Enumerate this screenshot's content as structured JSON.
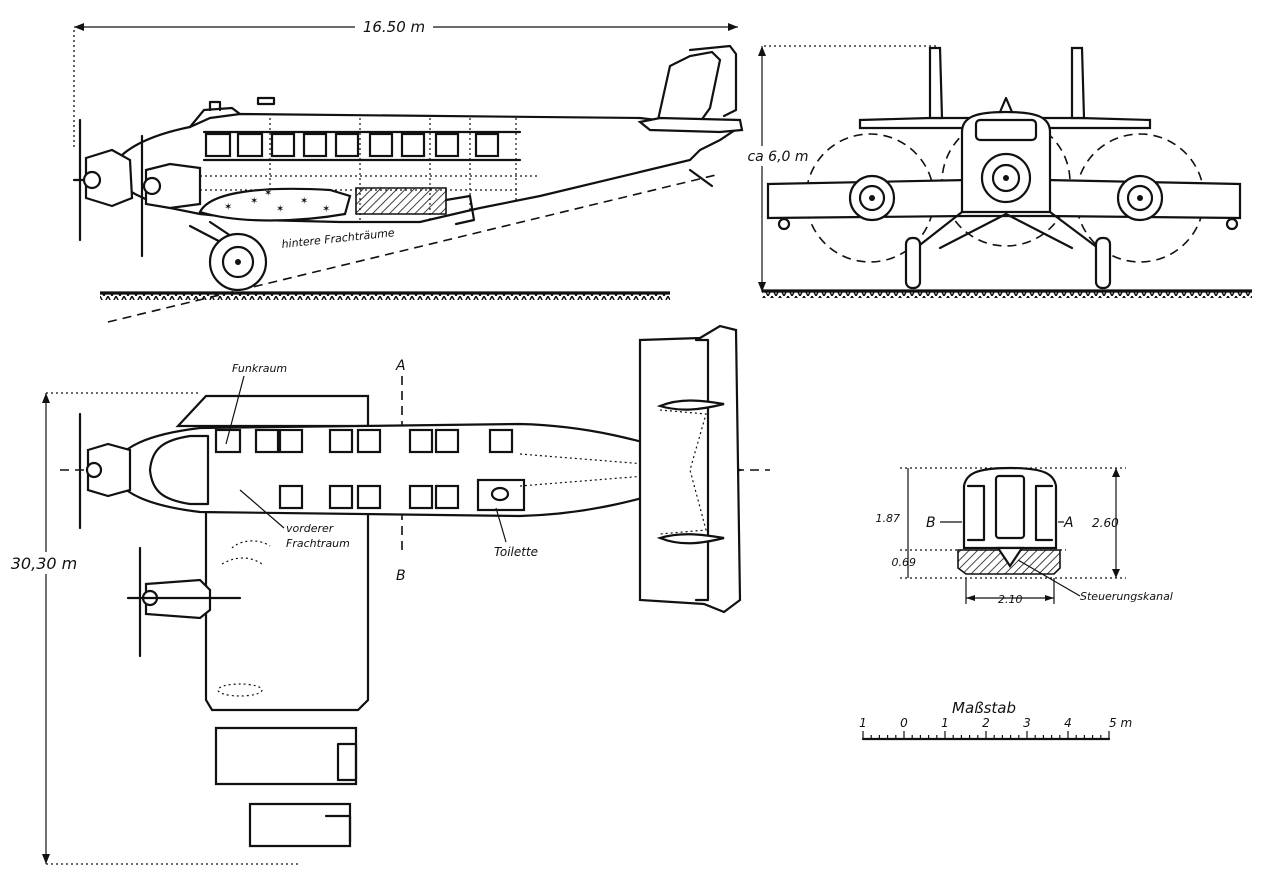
{
  "side_view": {
    "length_label": "16.50 m",
    "cargo_label": "hintere Frachträume"
  },
  "front_view": {
    "height_label": "ca 6,0 m"
  },
  "plan_view": {
    "span_label": "30,30 m",
    "radio_room_label": "Funkraum",
    "front_cargo_label_1": "vorderer",
    "front_cargo_label_2": "Frachtraum",
    "toilet_label": "Toilette",
    "section_mark_top": "A",
    "section_mark_bottom": "B"
  },
  "section_view": {
    "dim_upper": "1.87",
    "dim_lower": "0.69",
    "dim_total": "2.60",
    "dim_width": "2.10",
    "mark_left": "B",
    "mark_right": "A",
    "duct_label": "Steuerungskanal"
  },
  "scale_bar": {
    "title": "Maßstab",
    "ticks": [
      "1",
      "0",
      "1",
      "2",
      "3",
      "4",
      "5 m"
    ]
  }
}
